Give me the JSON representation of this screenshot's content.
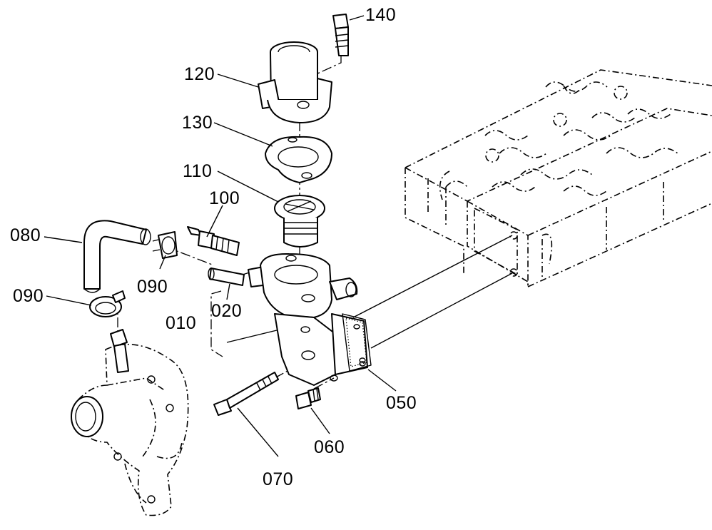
{
  "labels": {
    "p010": "010",
    "p020": "020",
    "p050": "050",
    "p060": "060",
    "p070": "070",
    "p080": "080",
    "p090a": "090",
    "p090b": "090",
    "p100": "100",
    "p110": "110",
    "p120": "120",
    "p130": "130",
    "p140": "140"
  }
}
